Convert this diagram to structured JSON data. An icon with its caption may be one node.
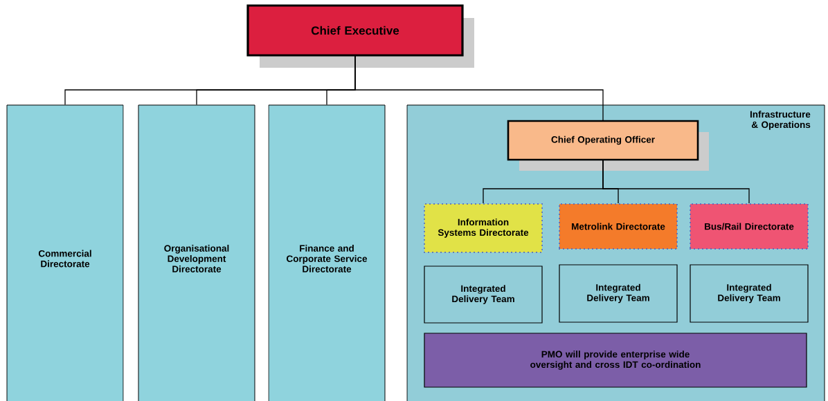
{
  "diagram": {
    "nodes": [
      {
        "text": [
          "Chief Executive"
        ]
      },
      {
        "text": [
          "Commercial Directorate"
        ]
      },
      {
        "text": [
          "Organisational Development Directorate"
        ]
      },
      {
        "text": [
          "Finance and Corporate Service Directorate"
        ]
      },
      {
        "text": [
          "Infrastructure & Operations"
        ]
      },
      {
        "text": [
          "Chief Operating Officer"
        ],
        "in": 4
      },
      {
        "text": [
          "Information Systems Directorate"
        ],
        "in": 4
      },
      {
        "text": [
          "Metrolink Directorate"
        ],
        "in": 4
      },
      {
        "text": [
          "Bus/Rail Directorate"
        ],
        "in": 4
      },
      {
        "text": [
          "Integrated Delivery Team"
        ],
        "in": 4
      },
      {
        "text": [
          "Integrated Delivery Team"
        ],
        "in": 4
      },
      {
        "text": [
          "Integrated Delivery Team"
        ],
        "in": 4
      },
      {
        "text": [
          "PMO will provide enterprise wide oversight and cross IDT co-ordination"
        ],
        "in": 4
      }
    ],
    "edges": [
      {
        "from": 0,
        "to": 1,
        "arrow": "none"
      },
      {
        "from": 0,
        "to": 2,
        "arrow": "none"
      },
      {
        "from": 0,
        "to": 3,
        "arrow": "none"
      },
      {
        "from": 0,
        "to": 5,
        "arrow": "none"
      },
      {
        "from": 5,
        "to": 6,
        "arrow": "none"
      },
      {
        "from": 5,
        "to": 7,
        "arrow": "none"
      },
      {
        "from": 5,
        "to": 8,
        "arrow": "none"
      }
    ]
  }
}
